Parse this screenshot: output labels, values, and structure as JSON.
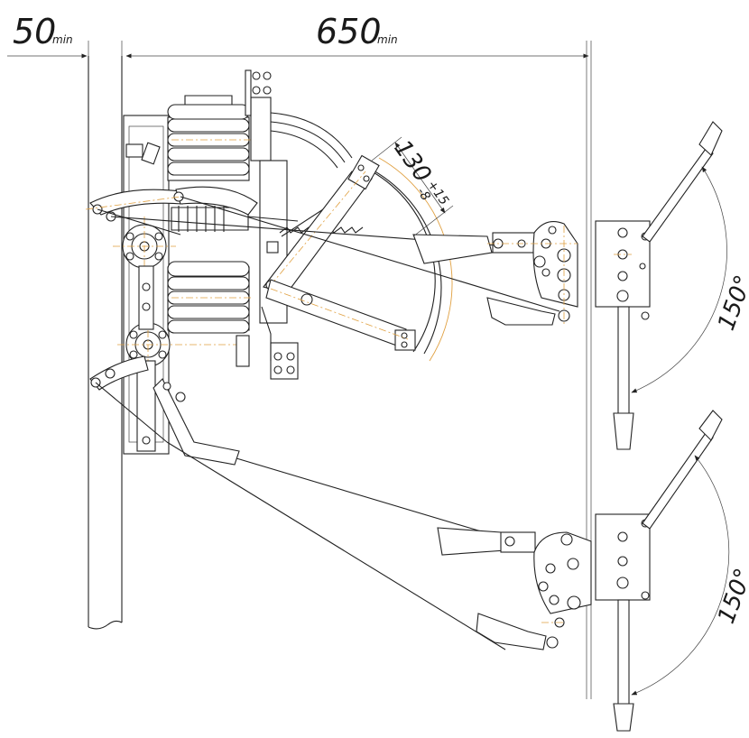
{
  "dimensions": {
    "left_gap": {
      "value": "50",
      "suffix": "min"
    },
    "span": {
      "value": "650",
      "suffix": "min"
    },
    "stroke": {
      "value": "130",
      "tol_plus": "+15",
      "tol_minus": "-8"
    },
    "angle_top": "150°",
    "angle_bottom": "150°"
  },
  "colors": {
    "line": "#222222",
    "centerline": "#e0a040",
    "background": "#ffffff"
  }
}
